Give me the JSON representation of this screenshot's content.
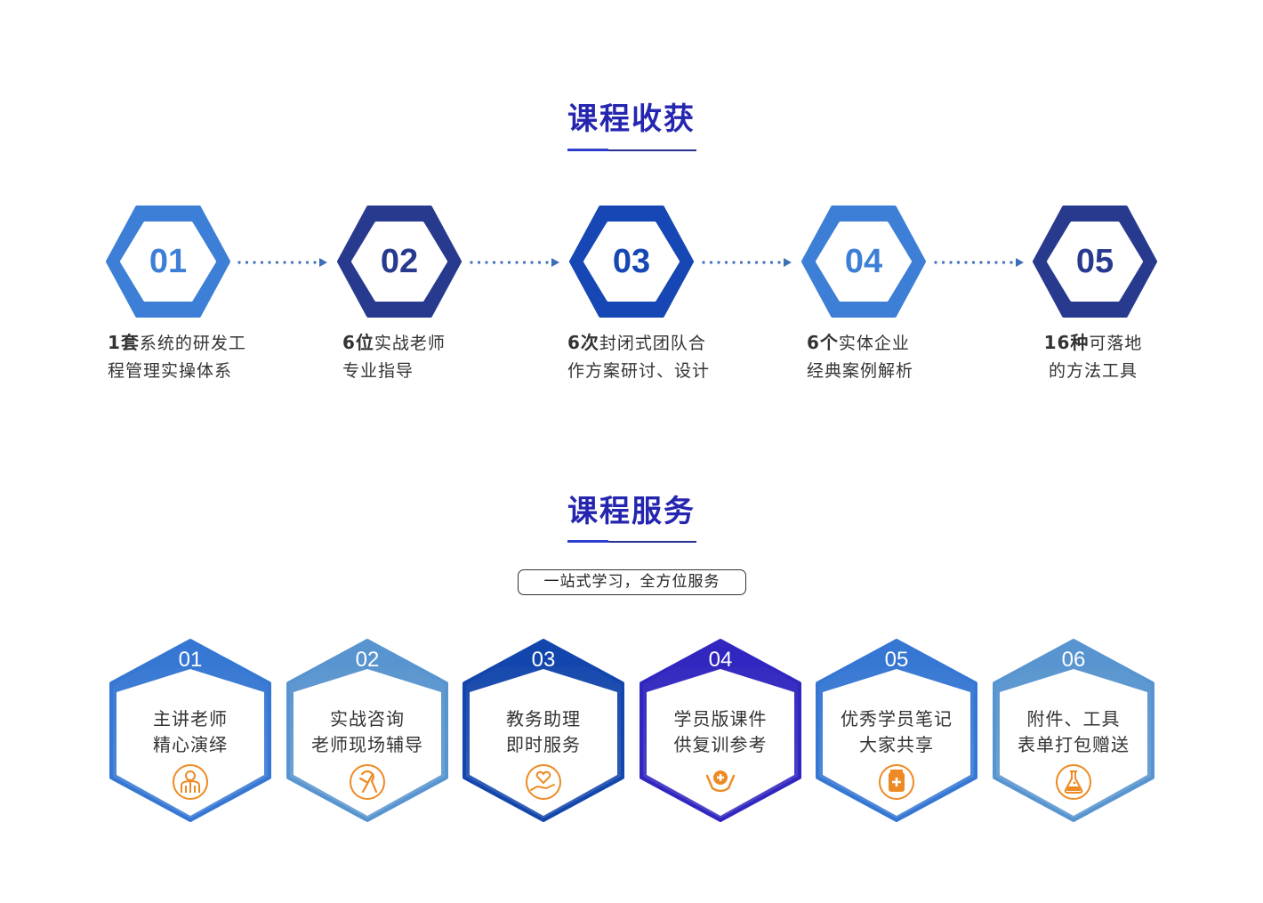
{
  "gains": {
    "title": "课程收获",
    "steps": [
      {
        "num": "01",
        "bold": "1套",
        "rest": "系统的研发工",
        "line2": "程管理实操体系",
        "color": "#3d7fd6",
        "align": "left"
      },
      {
        "num": "02",
        "bold": "6位",
        "rest": "实战老师",
        "line2": "专业指导",
        "color": "#283a8e",
        "align": "left"
      },
      {
        "num": "03",
        "bold": "6次",
        "rest": "封闭式团队合",
        "line2": "作方案研讨、设计",
        "color": "#1647b4",
        "align": "left"
      },
      {
        "num": "04",
        "bold": "6个",
        "rest": "实体企业",
        "line2": "经典案例解析",
        "color": "#3d7fd6",
        "align": "left"
      },
      {
        "num": "05",
        "bold": "16种",
        "rest": "可落地",
        "line2": "的方法工具",
        "color": "#283a8e",
        "align": "center"
      }
    ]
  },
  "services": {
    "title": "课程服务",
    "subtitle": "一站式学习，全方位服务",
    "items": [
      {
        "num": "01",
        "line1": "主讲老师",
        "line2": "精心演绎",
        "color": "#3577d3",
        "icon": "teacher-icon"
      },
      {
        "num": "02",
        "line1": "实战咨询",
        "line2": "老师现场辅导",
        "color": "#5894cf",
        "icon": "ribbon-icon"
      },
      {
        "num": "03",
        "line1": "教务助理",
        "line2": "即时服务",
        "color": "#1346ac",
        "icon": "hand-heart-icon"
      },
      {
        "num": "04",
        "line1": "学员版课件",
        "line2": "供复训参考",
        "color": "#3126bf",
        "icon": "medical-care-icon"
      },
      {
        "num": "05",
        "line1": "优秀学员笔记",
        "line2": "大家共享",
        "color": "#3577d3",
        "icon": "medicine-bottle-icon"
      },
      {
        "num": "06",
        "line1": "附件、工具",
        "line2": "表单打包赠送",
        "color": "#5894cf",
        "icon": "flask-icon"
      }
    ]
  },
  "colors": {
    "title": "#2525b0",
    "icon_orange": "#ee8a23",
    "connector": "#3d6fb8",
    "body_text": "#333333"
  }
}
